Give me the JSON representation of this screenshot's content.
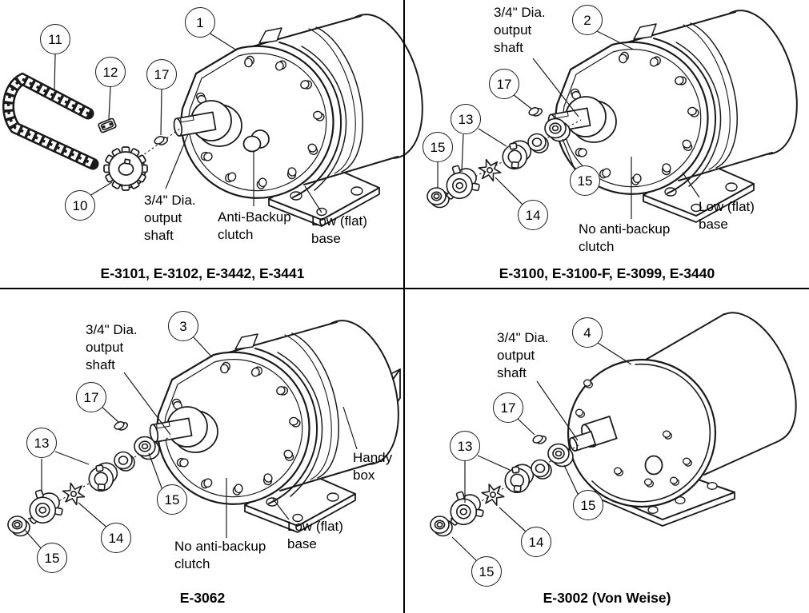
{
  "page": {
    "background": "#ffffff",
    "ink_color": "#1a1a1a",
    "text_color": "#000000"
  },
  "panels": [
    {
      "id": "top-left",
      "caption": "E-3101, E-3102, E-3442, E-3441",
      "callouts": [
        {
          "n": "1"
        },
        {
          "n": "11"
        },
        {
          "n": "12"
        },
        {
          "n": "17"
        },
        {
          "n": "10"
        }
      ],
      "labels": [
        {
          "id": "output-shaft",
          "text": "3/4\" Dia.\noutput\nshaft"
        },
        {
          "id": "anti-backup-clutch",
          "text": "Anti-Backup\nclutch"
        },
        {
          "id": "low-flat-base",
          "text": "Low (flat)\nbase"
        }
      ]
    },
    {
      "id": "top-right",
      "caption": "E-3100, E-3100-F, E-3099, E-3440",
      "callouts": [
        {
          "n": "2"
        },
        {
          "n": "17"
        },
        {
          "n": "13"
        },
        {
          "n": "15"
        },
        {
          "n": "15"
        },
        {
          "n": "14"
        }
      ],
      "labels": [
        {
          "id": "output-shaft",
          "text": "3/4\" Dia.\noutput\nshaft"
        },
        {
          "id": "no-anti-backup-clutch",
          "text": "No anti-backup\nclutch"
        },
        {
          "id": "low-flat-base",
          "text": "Low (flat)\nbase"
        }
      ]
    },
    {
      "id": "bottom-left",
      "caption": "E-3062",
      "callouts": [
        {
          "n": "3"
        },
        {
          "n": "17"
        },
        {
          "n": "13"
        },
        {
          "n": "15"
        },
        {
          "n": "14"
        },
        {
          "n": "15"
        }
      ],
      "labels": [
        {
          "id": "output-shaft",
          "text": "3/4\" Dia.\noutput\nshaft"
        },
        {
          "id": "no-anti-backup-clutch",
          "text": "No anti-backup\nclutch"
        },
        {
          "id": "low-flat-base",
          "text": "Low (flat)\nbase"
        },
        {
          "id": "handy-box",
          "text": "Handy\nbox"
        }
      ]
    },
    {
      "id": "bottom-right",
      "caption": "E-3002 (Von Weise)",
      "callouts": [
        {
          "n": "4"
        },
        {
          "n": "17"
        },
        {
          "n": "13"
        },
        {
          "n": "15"
        },
        {
          "n": "14"
        },
        {
          "n": "15"
        }
      ],
      "labels": [
        {
          "id": "output-shaft",
          "text": "3/4\" Dia.\noutput\nshaft"
        }
      ]
    }
  ]
}
